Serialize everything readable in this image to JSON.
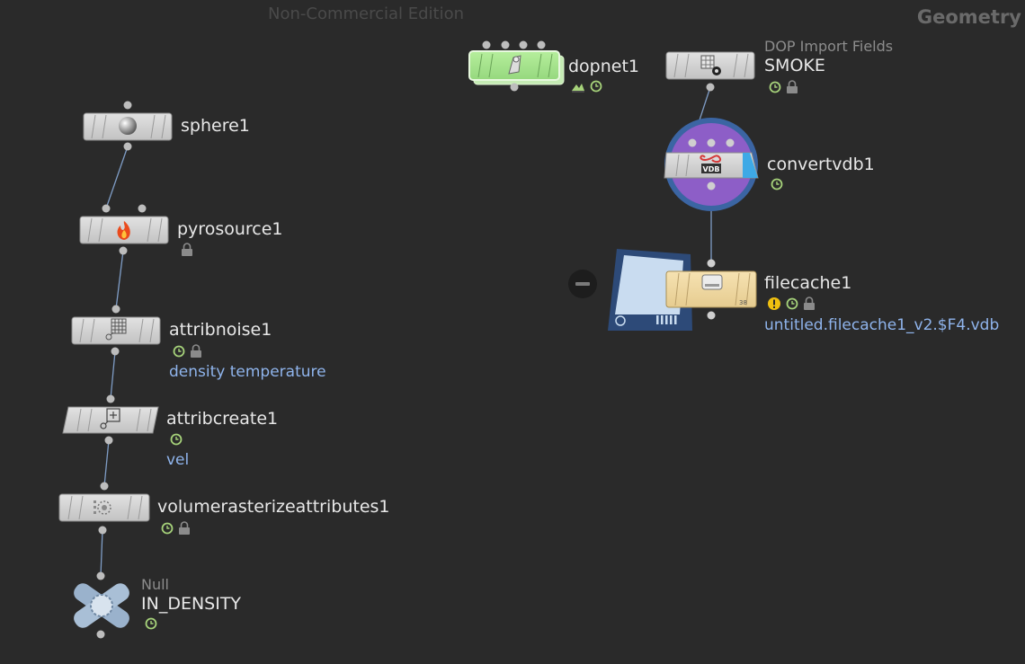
{
  "watermark": "Non-Commercial Edition",
  "context_label": "Geometry",
  "colors": {
    "background": "#2a2a2a",
    "wire": "#7f9dc6",
    "node_default": "#d2d2d2",
    "node_dopnet": "#a8e490",
    "node_filecache": "#f0d9a4",
    "convertvdb_disc": "#3b65a3",
    "convertvdb_inner": "#8d5ec7",
    "param_text": "#8fb4ec",
    "clock_flag": "#a6d27a",
    "warning_flag": "#f0c010"
  },
  "nodes": {
    "sphere": {
      "name": "sphere1",
      "icon": "sphere-icon"
    },
    "pyrosource": {
      "name": "pyrosource1",
      "icon": "flame-icon"
    },
    "attribnoise": {
      "name": "attribnoise1",
      "icon": "noise-grid-icon",
      "param": "density temperature"
    },
    "attribcreate": {
      "name": "attribcreate1",
      "icon": "attribute-plus-icon",
      "param": "vel"
    },
    "volumerasterize": {
      "name": "volumerasterizeattributes1",
      "icon": "volume-rasterize-icon"
    },
    "null": {
      "type": "Null",
      "name": "IN_DENSITY",
      "icon": "null-cross-icon"
    },
    "dopnet": {
      "name": "dopnet1",
      "icon": "dop-network-icon"
    },
    "smoke": {
      "type": "DOP Import Fields",
      "name": "SMOKE",
      "icon": "dop-import-icon"
    },
    "convertvdb": {
      "name": "convertvdb1",
      "icon": "vdb-icon",
      "icon_text": "VDB"
    },
    "filecache": {
      "name": "filecache1",
      "icon": "disk-icon",
      "param": "untitled.filecache1_v2.$F4.vdb",
      "badge": "38"
    }
  }
}
